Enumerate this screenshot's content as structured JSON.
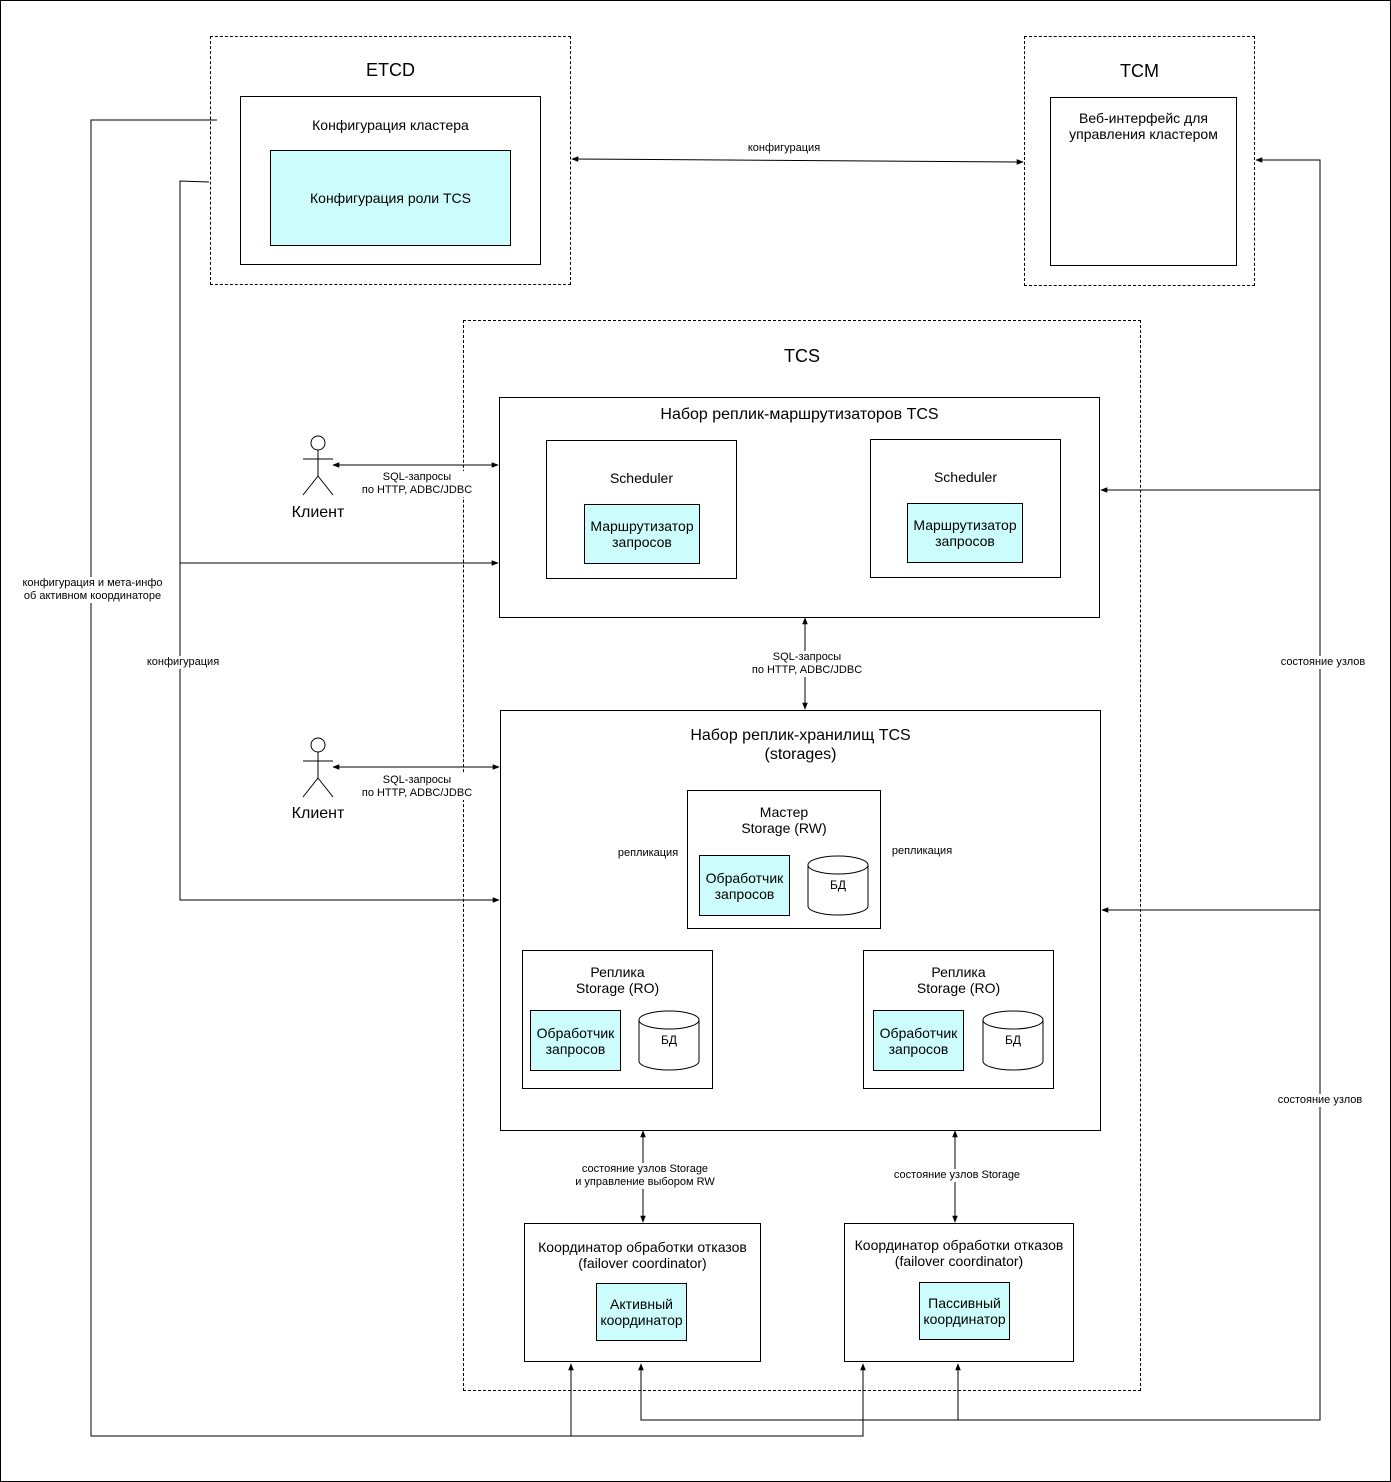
{
  "etcd": {
    "title": "ETCD",
    "cluster_config": "Конфигурация кластера",
    "tcs_role_config": "Конфигурация роли TCS"
  },
  "tcm": {
    "title": "TCM",
    "web_ui": "Веб-интерфейс для\nуправления кластером"
  },
  "tcs": {
    "title": "TCS",
    "routers": {
      "title": "Набор реплик-маршрутизаторов TCS",
      "schedulers": [
        {
          "title": "Scheduler",
          "router": "Маршрутизатор\nзапросов"
        },
        {
          "title": "Scheduler",
          "router": "Маршрутизатор\nзапросов"
        }
      ]
    },
    "storages": {
      "title": "Набор реплик-хранилищ TCS\n(storages)",
      "master": {
        "title": "Мастер\nStorage (RW)",
        "handler": "Обработчик\nзапросов",
        "db": "БД"
      },
      "replicas": [
        {
          "title": "Реплика\nStorage (RO)",
          "handler": "Обработчик\nзапросов",
          "db": "БД"
        },
        {
          "title": "Реплика\nStorage (RO)",
          "handler": "Обработчик\nзапросов",
          "db": "БД"
        }
      ]
    },
    "coordinators": [
      {
        "title": "Координатор обработки отказов\n(failover coordinator)",
        "state": "Активный\nкоординатор"
      },
      {
        "title": "Координатор обработки отказов\n(failover coordinator)",
        "state": "Пассивный\nкоординатор"
      }
    ]
  },
  "clients": [
    "Клиент",
    "Клиент"
  ],
  "edge_labels": {
    "config_top": "конфигурация",
    "sql_client_1": "SQL-запросы\nпо HTTP, ADBC/JDBC",
    "sql_client_2": "SQL-запросы\nпо HTTP, ADBC/JDBC",
    "sql_router_storage": "SQL-запросы\nпо HTTP, ADBC/JDBC",
    "config_meta": "конфигурация и мета-инфо\nоб активном координаторе",
    "config_left": "конфигурация",
    "node_state_1": "состояние узлов",
    "node_state_2": "состояние узлов",
    "replication_left": "репликация",
    "replication_right": "репликация",
    "storage_state_rw": "состояние узлов Storage\nи управление выбором RW",
    "storage_state": "состояние узлов Storage"
  }
}
